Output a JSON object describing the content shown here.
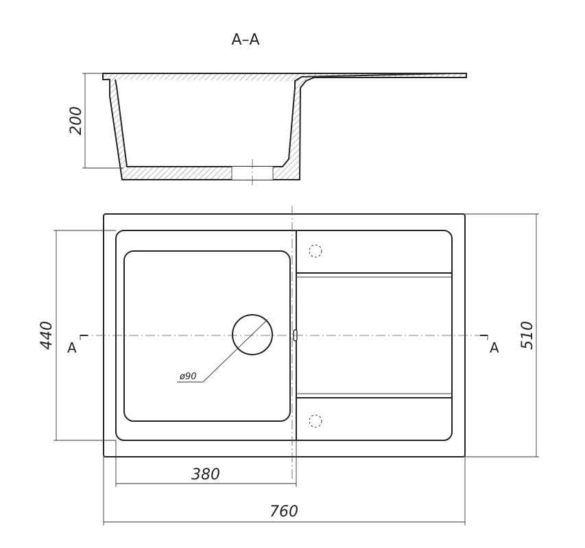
{
  "section_title": "A–A",
  "section_marker_left": "A",
  "section_marker_right": "A",
  "dimensions": {
    "depth": "200",
    "bowl_length": "440",
    "overall_width": "510",
    "bowl_width": "380",
    "overall_length": "760",
    "drain_diameter": "ø90"
  }
}
